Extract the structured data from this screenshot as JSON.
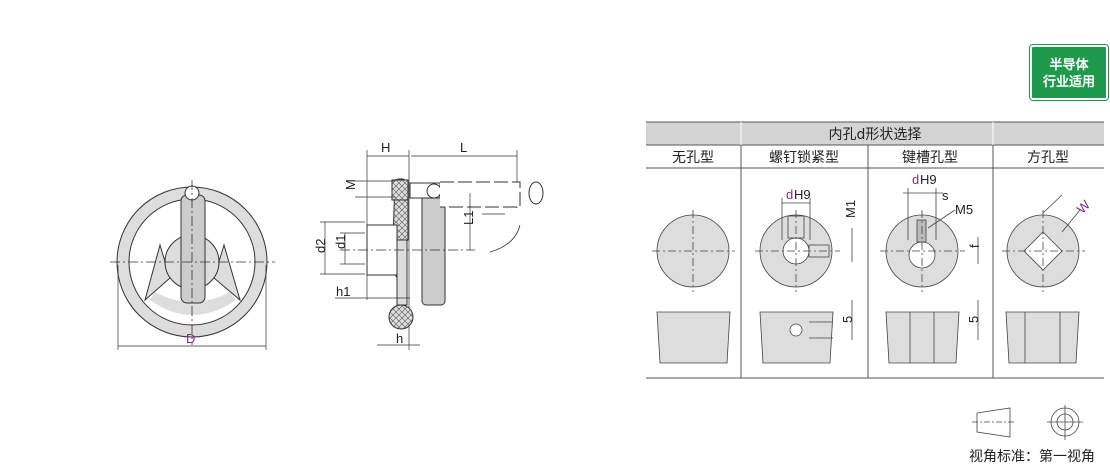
{
  "badge": {
    "line1": "半导体",
    "line2": "行业适用",
    "color": "#1f9a4c"
  },
  "front_view": {
    "dim_D": "D"
  },
  "side_view": {
    "dim_H": "H",
    "dim_L": "L",
    "dim_M": "M",
    "dim_L1": "L1",
    "dim_d2": "d2",
    "dim_d1": "d1",
    "dim_h1": "h1",
    "dim_h": "h"
  },
  "table": {
    "title": "内孔d形状选择",
    "columns": [
      "无孔型",
      "螺钉锁紧型",
      "键槽孔型",
      "方孔型"
    ],
    "labels": {
      "dH9": "d",
      "H9": "H9",
      "M1": "M1",
      "s": "s",
      "M5": "M5",
      "f": "f",
      "five": "5",
      "W": "W"
    }
  },
  "projection": {
    "label": "视角标准：第一视角"
  }
}
